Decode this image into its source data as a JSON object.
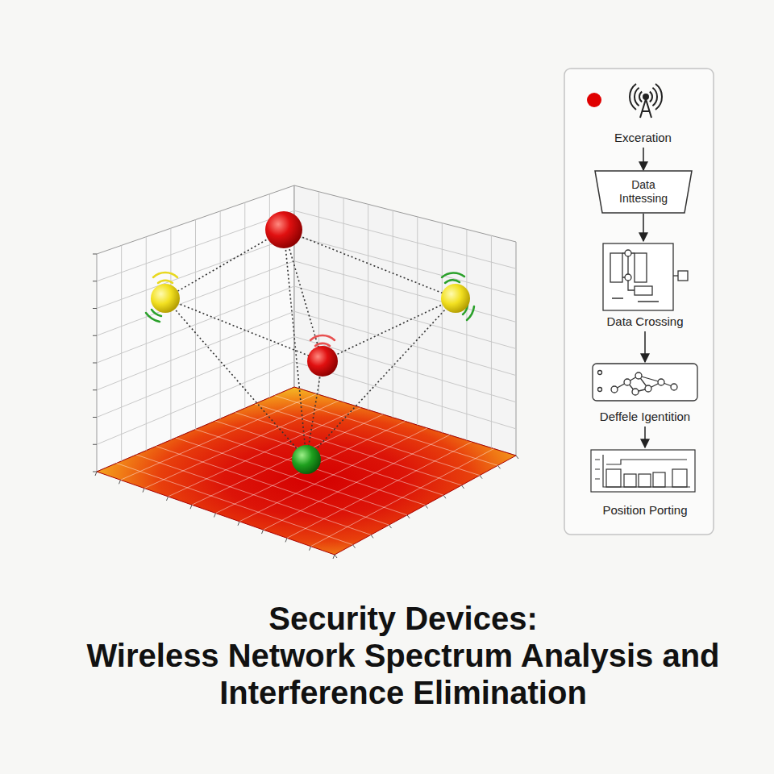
{
  "diagram": {
    "title": "Security Devices: Wireless Network Spectrum Analysis and Interference Elimination",
    "nodes": [
      {
        "text": [
          "Exceration"
        ]
      },
      {
        "text": [
          "Data Inttessing"
        ]
      },
      {
        "text": [
          "Data Crossing"
        ]
      },
      {
        "text": [
          "Deffele Igentition"
        ]
      },
      {
        "text": [
          "Position Porting"
        ]
      }
    ],
    "edges": [
      {
        "from": 0,
        "to": 1,
        "arrow": "to"
      },
      {
        "from": 1,
        "to": 2,
        "arrow": "to"
      },
      {
        "from": 2,
        "to": 3,
        "arrow": "to"
      },
      {
        "from": 3,
        "to": 4,
        "arrow": "to"
      }
    ]
  }
}
